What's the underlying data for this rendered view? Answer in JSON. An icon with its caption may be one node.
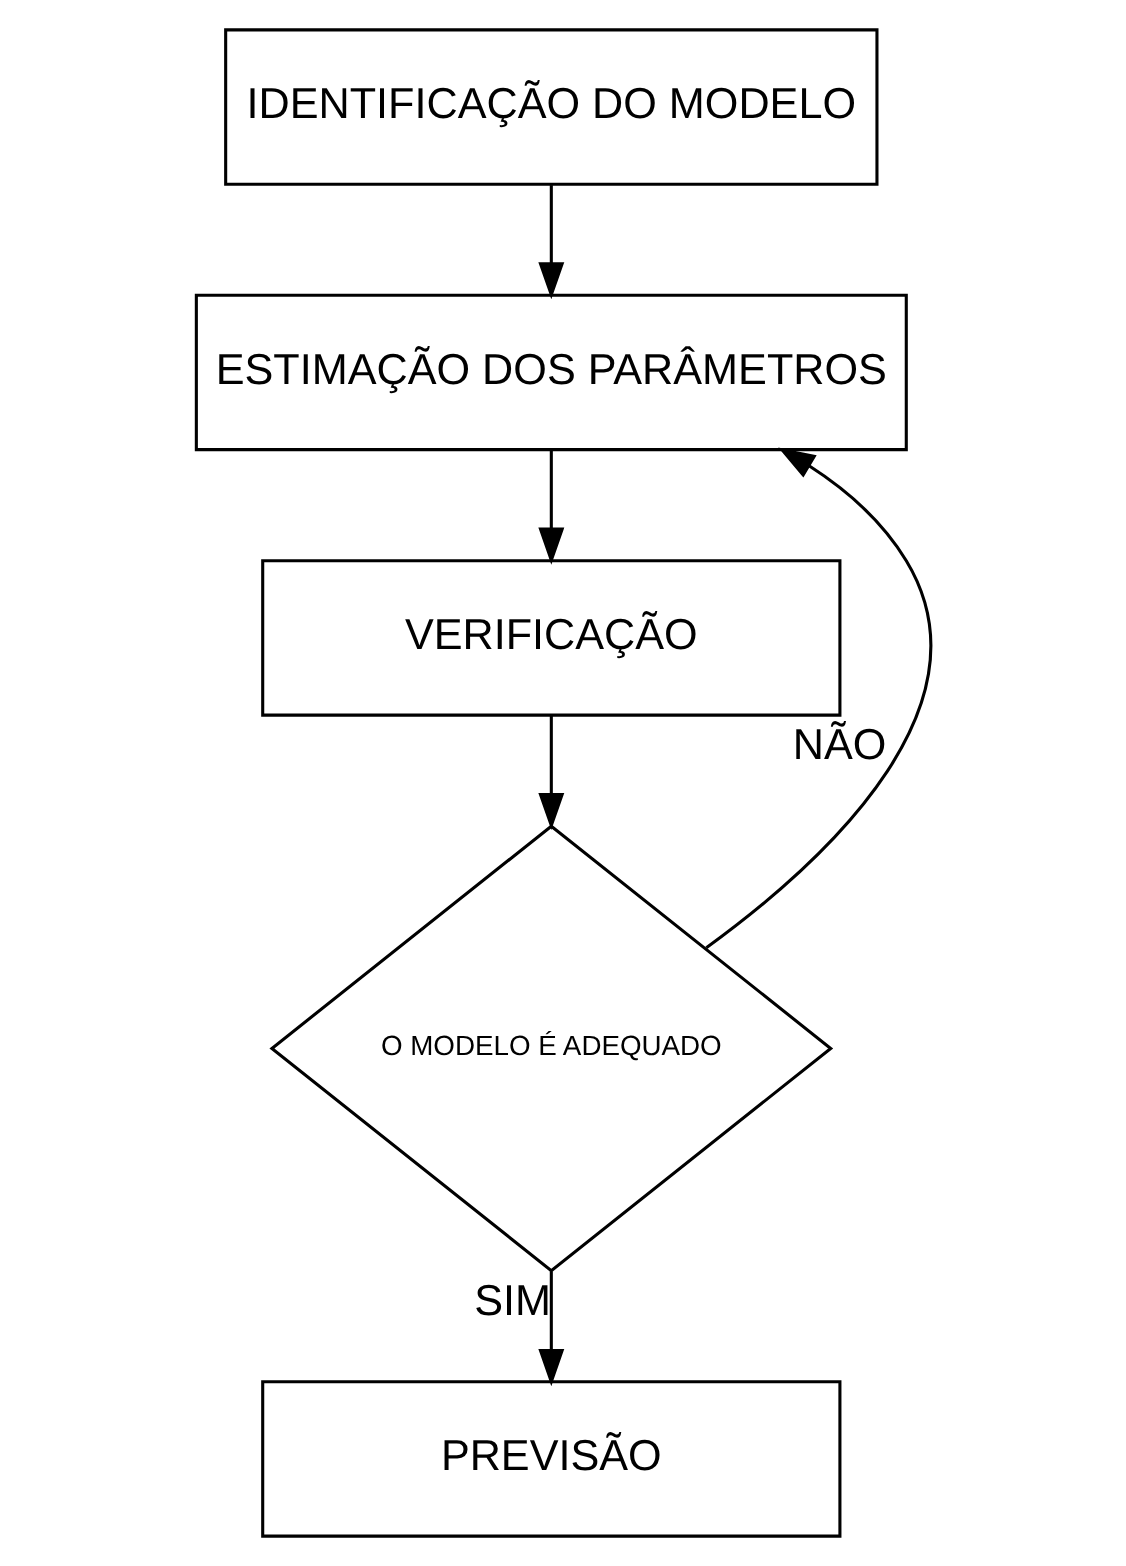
{
  "diagram": {
    "nodes": [
      {
        "text": [
          "IDENTIFICAÇÃO DO MODELO"
        ]
      },
      {
        "text": [
          "ESTIMAÇÃO DOS PARÂMETROS"
        ]
      },
      {
        "text": [
          "VERIFICAÇÃO"
        ]
      },
      {
        "text": [
          "O MODELO É ADEQUADO"
        ]
      },
      {
        "text": [
          "PREVISÃO"
        ]
      }
    ],
    "edges": [
      {
        "from": 0,
        "to": 1,
        "arrow": "to"
      },
      {
        "from": 1,
        "to": 2,
        "arrow": "to"
      },
      {
        "from": 2,
        "to": 3,
        "arrow": "to"
      },
      {
        "from": 3,
        "to": 1,
        "arrow": "to",
        "label": "NÃO"
      },
      {
        "from": 3,
        "to": 4,
        "arrow": "to",
        "label": "SIM"
      }
    ]
  }
}
